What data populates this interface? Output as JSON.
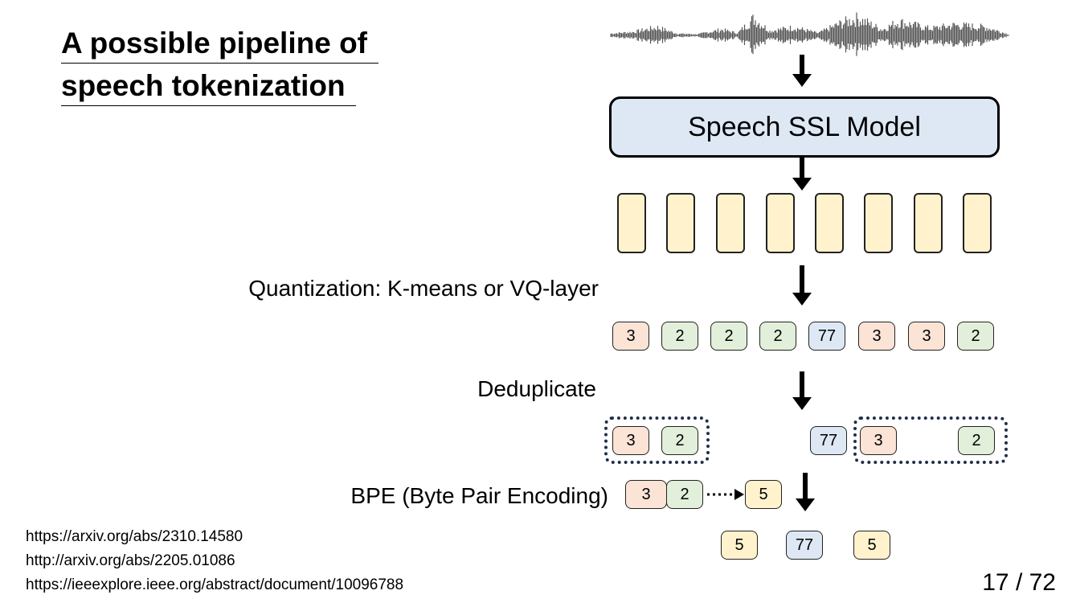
{
  "slide": {
    "title_line1": "A possible pipeline of",
    "title_line2": "speech tokenization",
    "model_label": "Speech SSL Model",
    "quantization_label": "Quantization: K-means or VQ-layer",
    "dedup_label": "Deduplicate",
    "bpe_label": "BPE (Byte Pair Encoding)",
    "quantized_tokens": [
      "3",
      "2",
      "2",
      "2",
      "77",
      "3",
      "3",
      "2"
    ],
    "dedup_tokens": [
      "3",
      "2",
      "77",
      "3",
      "2"
    ],
    "bpe_pair": [
      "3",
      "2"
    ],
    "bpe_merged": "5",
    "final_tokens": [
      "5",
      "77",
      "5"
    ],
    "references": [
      "https://arxiv.org/abs/2310.14580",
      "http://arxiv.org/abs/2205.01086",
      "https://ieeexplore.ieee.org/abstract/document/10096788"
    ],
    "page": "17 / 72"
  },
  "colors": {
    "token_red": "#fbe3d6",
    "token_green": "#e2efda",
    "token_blue": "#dde8f4",
    "token_yellow": "#fff2cc",
    "group_border": "#1f2f4a"
  },
  "icons": [
    "waveform-icon",
    "down-arrow-icon",
    "dotted-arrow-icon"
  ]
}
